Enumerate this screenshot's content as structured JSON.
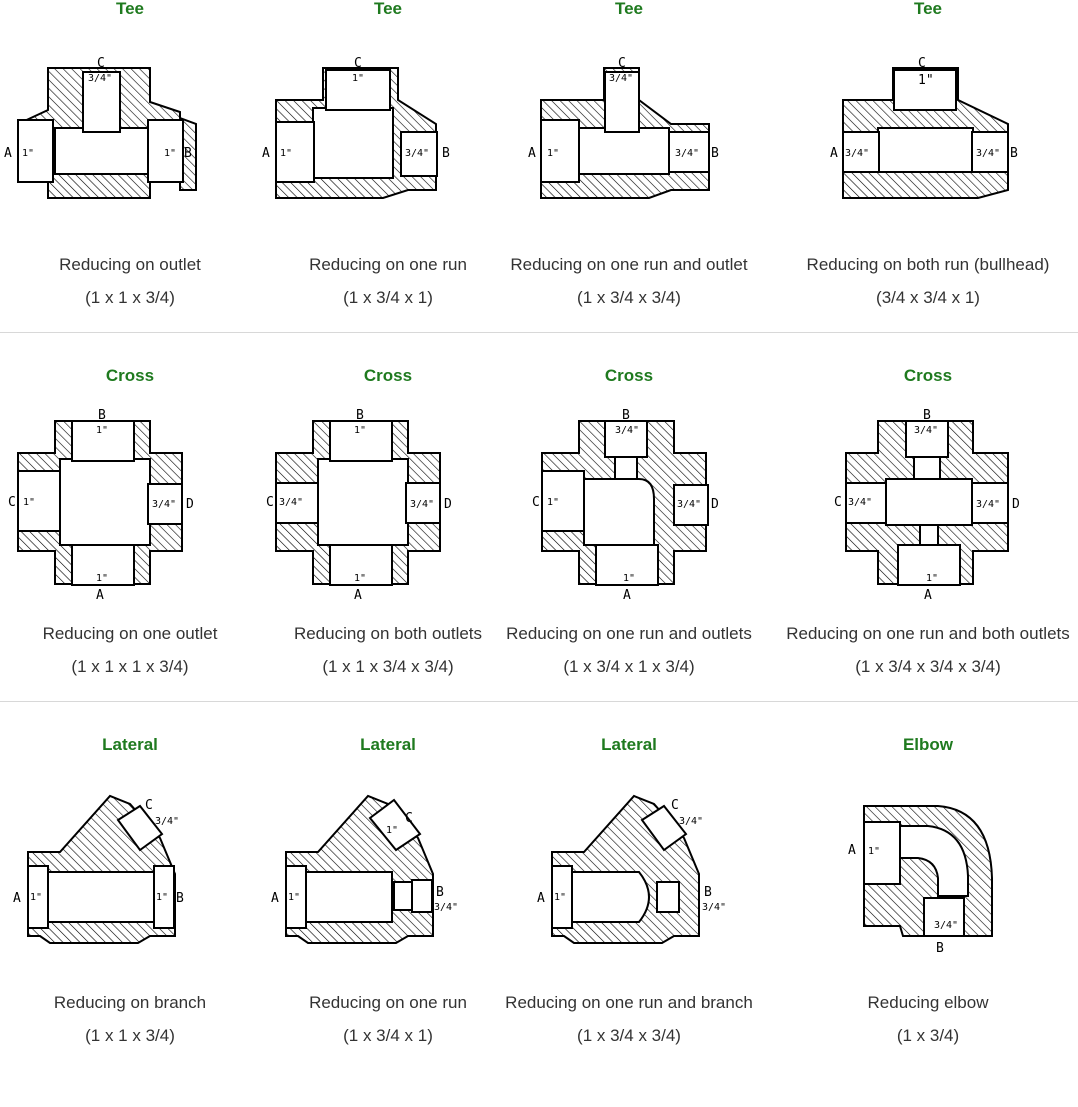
{
  "rows": [
    [
      {
        "title": "Tee",
        "label": "Reducing on outlet",
        "size": "(1 x 1 x 3/4)",
        "dims": {
          "a": "A",
          "b": "B",
          "c": "C",
          "da": "1\"",
          "db": "1\"",
          "dc": "3/4\""
        }
      },
      {
        "title": "Tee",
        "label": "Reducing on one run",
        "size": "(1 x 3/4 x 1)",
        "dims": {
          "a": "A",
          "b": "B",
          "c": "C",
          "da": "1\"",
          "db": "3/4\"",
          "dc": "1\""
        }
      },
      {
        "title": "Tee",
        "label": "Reducing on one run and outlet",
        "size": "(1 x 3/4 x 3/4)",
        "dims": {
          "a": "A",
          "b": "B",
          "c": "C",
          "da": "1\"",
          "db": "3/4\"",
          "dc": "3/4\""
        }
      },
      {
        "title": "Tee",
        "label": "Reducing on both run (bullhead)",
        "size": "(3/4 x 3/4 x 1)",
        "dims": {
          "a": "A",
          "b": "B",
          "c": "C",
          "da": "3/4\"",
          "db": "3/4\"",
          "dc": "1\""
        }
      }
    ],
    [
      {
        "title": "Cross",
        "label": "Reducing on one outlet",
        "size": "(1 x 1 x 1 x 3/4)",
        "dims": {
          "a": "A",
          "b": "B",
          "c": "C",
          "d": "D",
          "da": "1\"",
          "db": "1\"",
          "dc": "1\"",
          "dd": "3/4\""
        }
      },
      {
        "title": "Cross",
        "label": "Reducing on both outlets",
        "size": "(1 x 1 x 3/4 x 3/4)",
        "dims": {
          "a": "A",
          "b": "B",
          "c": "C",
          "d": "D",
          "da": "1\"",
          "db": "1\"",
          "dc": "3/4\"",
          "dd": "3/4\""
        }
      },
      {
        "title": "Cross",
        "label": "Reducing on one run and outlets",
        "size": "(1 x 3/4 x 1 x 3/4)",
        "dims": {
          "a": "A",
          "b": "B",
          "c": "C",
          "d": "D",
          "da": "1\"",
          "db": "3/4\"",
          "dc": "1\"",
          "dd": "3/4\""
        }
      },
      {
        "title": "Cross",
        "label": "Reducing on one run and both outlets",
        "size": "(1 x 3/4 x 3/4 x 3/4)",
        "dims": {
          "a": "A",
          "b": "B",
          "c": "C",
          "d": "D",
          "da": "1\"",
          "db": "3/4\"",
          "dc": "3/4\"",
          "dd": "3/4\""
        }
      }
    ],
    [
      {
        "title": "Lateral",
        "label": "Reducing on branch",
        "size": "(1 x 1 x 3/4)",
        "dims": {
          "a": "A",
          "b": "B",
          "c": "C",
          "da": "1\"",
          "db": "1\"",
          "dc": "3/4\""
        }
      },
      {
        "title": "Lateral",
        "label": "Reducing on one run",
        "size": "(1 x 3/4 x 1)",
        "dims": {
          "a": "A",
          "b": "B",
          "c": "C",
          "da": "1\"",
          "db": "3/4\"",
          "dc": "1\""
        }
      },
      {
        "title": "Lateral",
        "label": "Reducing on one run and branch",
        "size": "(1 x 3/4 x 3/4)",
        "dims": {
          "a": "A",
          "b": "B",
          "c": "C",
          "da": "1\"",
          "db": "3/4\"",
          "dc": "3/4\""
        }
      },
      {
        "title": "Elbow",
        "label": "Reducing elbow",
        "size": "(1 x 3/4)",
        "dims": {
          "a": "A",
          "b": "B",
          "da": "1\"",
          "db": "3/4\""
        }
      }
    ]
  ],
  "colors": {
    "title": "#1f7a1f",
    "text": "#333333",
    "divider": "#d8d8d8"
  }
}
